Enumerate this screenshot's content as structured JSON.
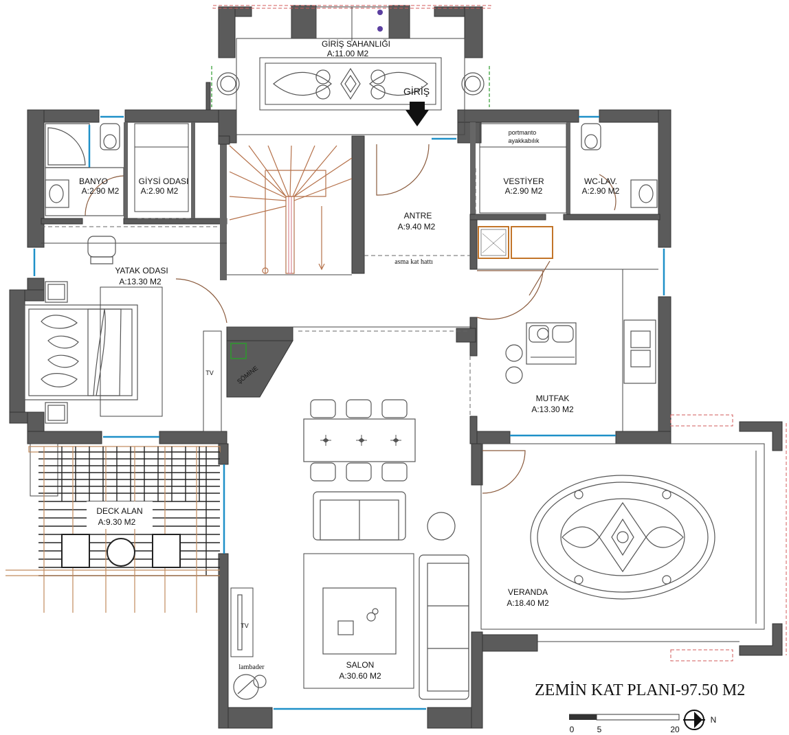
{
  "rooms": {
    "giris_sahanligi": {
      "name": "GİRİŞ SAHANLIĞI",
      "area": "A:11.00 M2"
    },
    "banyo": {
      "name": "BANYO",
      "area": "A:2.90 M2"
    },
    "giysi_odasi": {
      "name": "GİYSİ ODASI",
      "area": "A:2.90 M2"
    },
    "vestiyer": {
      "name": "VESTİYER",
      "area": "A:2.90 M2"
    },
    "wc_lav": {
      "name": "WC-LAV.",
      "area": "A:2.90 M2"
    },
    "antre": {
      "name": "ANTRE",
      "area": "A:9.40 M2"
    },
    "yatak_odasi": {
      "name": "YATAK ODASI",
      "area": "A:13.30 M2"
    },
    "mutfak": {
      "name": "MUTFAK",
      "area": "A:13.30 M2"
    },
    "deck_alan": {
      "name": "DECK ALAN",
      "area": "A:9.30 M2"
    },
    "veranda": {
      "name": "VERANDA",
      "area": "A:18.40 M2"
    },
    "salon": {
      "name": "SALON",
      "area": "A:30.60 M2"
    }
  },
  "labels": {
    "giris": "GİRİŞ",
    "portmanto_1": "portmanto",
    "portmanto_2": "ayakkabılık",
    "asma_kat": "asma kat hattı",
    "somine": "ŞÖMİNE",
    "tv_1": "TV",
    "tv_2": "TV",
    "lambader": "lambader"
  },
  "plan_title": "ZEMİN KAT PLANI-97.50 M2",
  "scale_bar": {
    "ticks": [
      "0",
      "5",
      "20"
    ],
    "north": "N"
  }
}
